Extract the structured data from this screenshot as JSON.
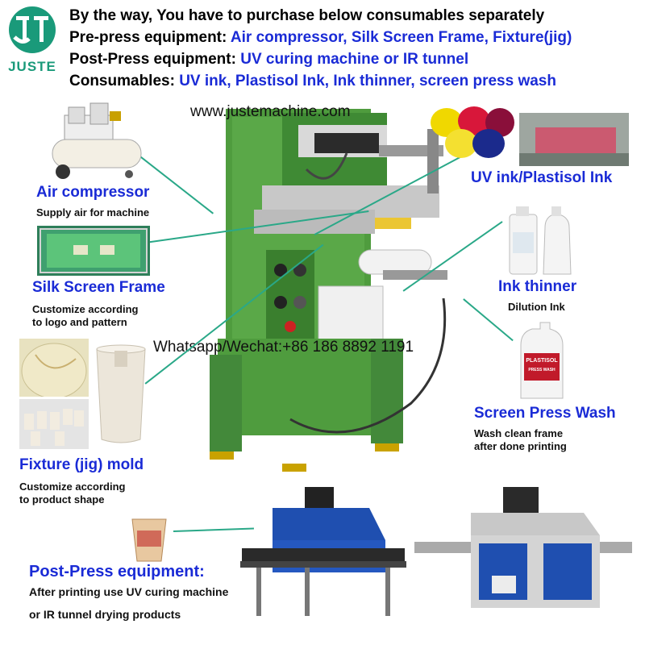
{
  "brand": {
    "name": "JUSTE",
    "color": "#1a9a7a"
  },
  "header": {
    "line1": "By the way, You have to purchase below consumables separately",
    "line2_label": "Pre-press equipment:",
    "line2_value": " Air compressor, Silk Screen Frame, Fixture(jig)",
    "line3_label": "Post-Press equipment:",
    "line3_value": " UV curing machine or IR tunnel",
    "line4_label": "Consumables:",
    "line4_value": " UV ink, Plastisol Ink, Ink thinner, screen press wash"
  },
  "website": "www.justemachine.com",
  "contact": "Whatsapp/Wechat:+86 186 8892 1191",
  "items": {
    "air_compressor": {
      "title": "Air compressor",
      "desc": "Supply air for machine"
    },
    "silk_screen": {
      "title": "Silk Screen Frame",
      "desc1": "Customize according",
      "desc2": "to logo and pattern"
    },
    "fixture": {
      "title": "Fixture (jig) mold",
      "desc1": "Customize according",
      "desc2": "to product shape"
    },
    "uv_ink": {
      "title": "UV ink/Plastisol Ink"
    },
    "ink_thinner": {
      "title": "Ink thinner",
      "desc": "Dilution Ink"
    },
    "press_wash": {
      "title": "Screen Press Wash",
      "desc1": "Wash clean frame",
      "desc2": "after done printing",
      "bottle_brand": "PLASTISOL",
      "bottle_label": "PRESS WASH"
    },
    "post_press": {
      "title": "Post-Press equipment:",
      "desc1": "After printing use UV curing machine",
      "desc2": "or IR tunnel drying products"
    }
  },
  "colors": {
    "accent": "#1a2bd6",
    "machine_green": "#4a9a3a",
    "tunnel_blue": "#1f4fb0",
    "line": "#2aa888"
  }
}
